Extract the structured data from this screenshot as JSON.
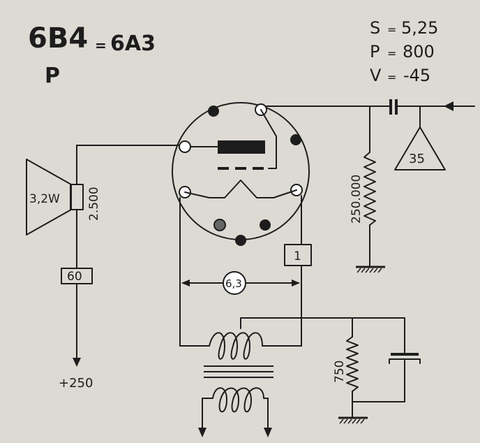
{
  "tube": {
    "type": "6B4",
    "equivalent": "6A3",
    "equals_sign": "=",
    "class_letter": "P"
  },
  "specs": [
    {
      "symbol": "S",
      "value": "5,25"
    },
    {
      "symbol": "P",
      "value": "800"
    },
    {
      "symbol": "V",
      "value": "-45"
    }
  ],
  "specs_sep": "=",
  "components": {
    "speaker_power": "3,2W",
    "output_transformer": "2.500",
    "plate_resistor_box": "60",
    "supply_voltage": "+250",
    "heater_voltage": "6,3",
    "heater_box": "1",
    "grid_resistor": "250.000",
    "driver_stage": "35",
    "cathode_resistor": "750"
  },
  "colors": {
    "paper": "#dcdad3",
    "ink": "#1d1d1d"
  }
}
